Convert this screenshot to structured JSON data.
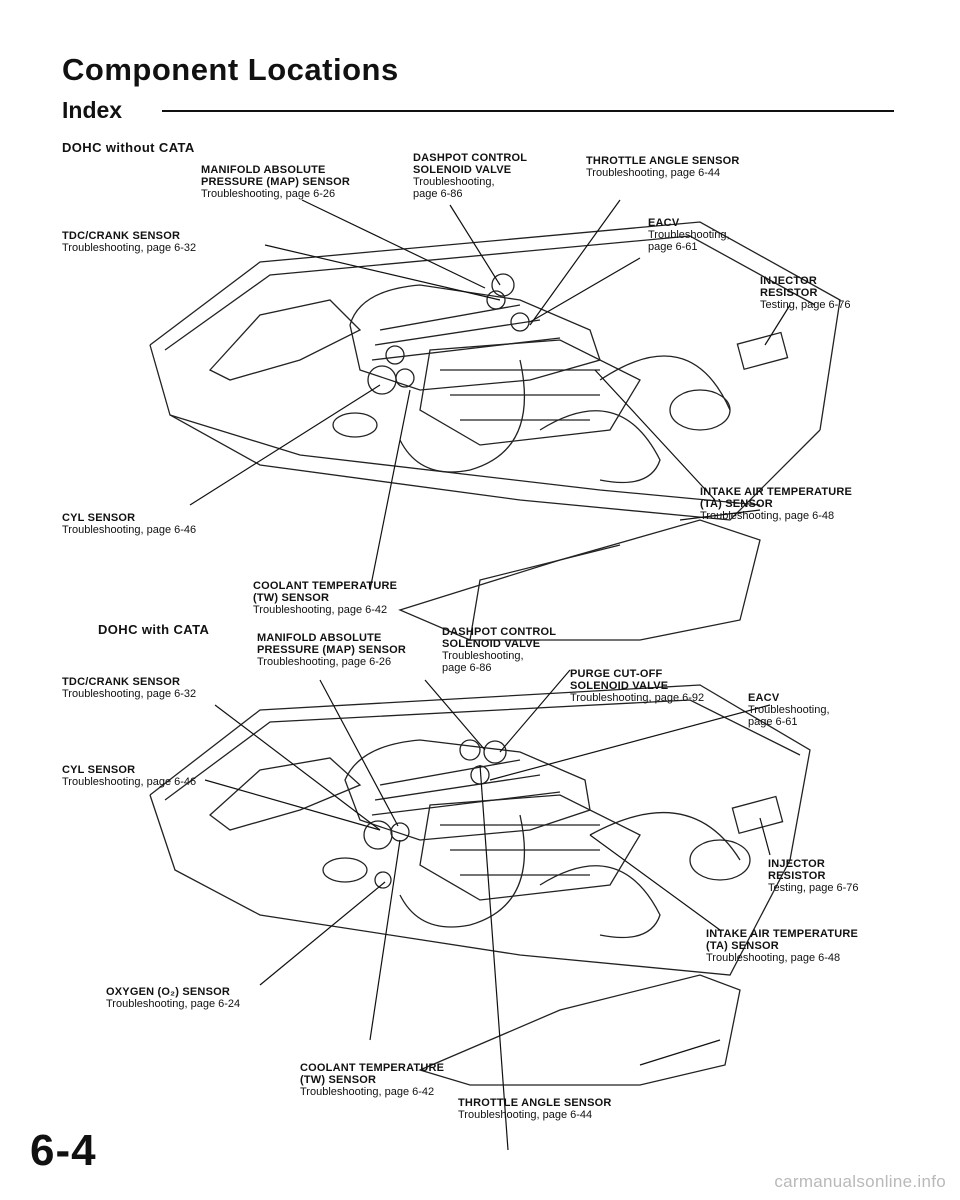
{
  "header": {
    "title": "Component Locations",
    "subtitle": "Index"
  },
  "section1": {
    "heading": "DOHC without CATA",
    "labels": {
      "map": {
        "name": "MANIFOLD ABSOLUTE\nPRESSURE (MAP) SENSOR",
        "desc": "Troubleshooting, page 6-26"
      },
      "dashpot": {
        "name": "DASHPOT CONTROL\nSOLENOID VALVE",
        "desc": "Troubleshooting,\npage 6-86"
      },
      "tps": {
        "name": "THROTTLE ANGLE SENSOR",
        "desc": "Troubleshooting, page 6-44"
      },
      "tdc": {
        "name": "TDC/CRANK SENSOR",
        "desc": "Troubleshooting, page 6-32"
      },
      "eacv": {
        "name": "EACV",
        "desc": "Troubleshooting,\npage 6-61"
      },
      "injres": {
        "name": "INJECTOR\nRESISTOR",
        "desc": "Testing, page 6-76"
      },
      "iat": {
        "name": "INTAKE AIR TEMPERATURE\n(TA) SENSOR",
        "desc": "Troubleshooting, page 6-48"
      },
      "cyl": {
        "name": "CYL SENSOR",
        "desc": "Troubleshooting, page 6-46"
      },
      "ect": {
        "name": "COOLANT TEMPERATURE\n(TW) SENSOR",
        "desc": "Troubleshooting, page 6-42"
      }
    }
  },
  "section2": {
    "heading": "DOHC with CATA",
    "labels": {
      "map": {
        "name": "MANIFOLD ABSOLUTE\nPRESSURE (MAP) SENSOR",
        "desc": "Troubleshooting, page 6-26"
      },
      "dashpot": {
        "name": "DASHPOT CONTROL\nSOLENOID VALVE",
        "desc": "Troubleshooting,\npage 6-86"
      },
      "purge": {
        "name": "PURGE CUT-OFF\nSOLENOID VALVE",
        "desc": "Troubleshooting, page 6-92"
      },
      "eacv": {
        "name": "EACV",
        "desc": "Troubleshooting,\npage 6-61"
      },
      "tdc": {
        "name": "TDC/CRANK SENSOR",
        "desc": "Troubleshooting, page 6-32"
      },
      "cyl": {
        "name": "CYL SENSOR",
        "desc": "Troubleshooting, page 6-46"
      },
      "injres": {
        "name": "INJECTOR\nRESISTOR",
        "desc": "Testing, page 6-76"
      },
      "iat": {
        "name": "INTAKE AIR TEMPERATURE\n(TA) SENSOR",
        "desc": "Troubleshooting, page 6-48"
      },
      "o2": {
        "name": "OXYGEN (O₂) SENSOR",
        "desc": "Troubleshooting, page 6-24"
      },
      "ect": {
        "name": "COOLANT TEMPERATURE\n(TW) SENSOR",
        "desc": "Troubleshooting, page 6-42"
      },
      "tps": {
        "name": "THROTTLE ANGLE SENSOR",
        "desc": "Troubleshooting, page 6-44"
      }
    }
  },
  "footer": {
    "page_number": "6-4",
    "watermark": "carmanualsonline.info"
  }
}
